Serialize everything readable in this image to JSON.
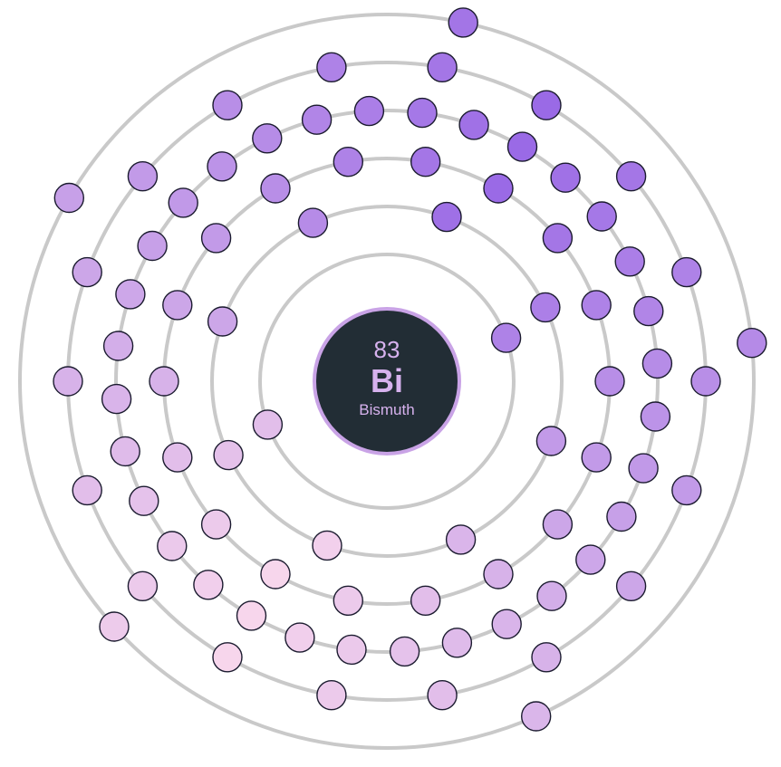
{
  "element": {
    "atomic_number": "83",
    "symbol": "Bi",
    "name": "Bismuth"
  },
  "shells": [
    {
      "electrons": 2
    },
    {
      "electrons": 8
    },
    {
      "electrons": 18
    },
    {
      "electrons": 32
    },
    {
      "electrons": 18
    },
    {
      "electrons": 5
    }
  ],
  "colors": {
    "shell_stroke": "#c9c9c9",
    "nucleus_fill": "#222d35",
    "nucleus_ring": "#c9a3e6",
    "label": "#d7b2ee",
    "electron_gradient": [
      "#9a6ae6",
      "#c7a0e8",
      "#f7d6ec"
    ]
  }
}
